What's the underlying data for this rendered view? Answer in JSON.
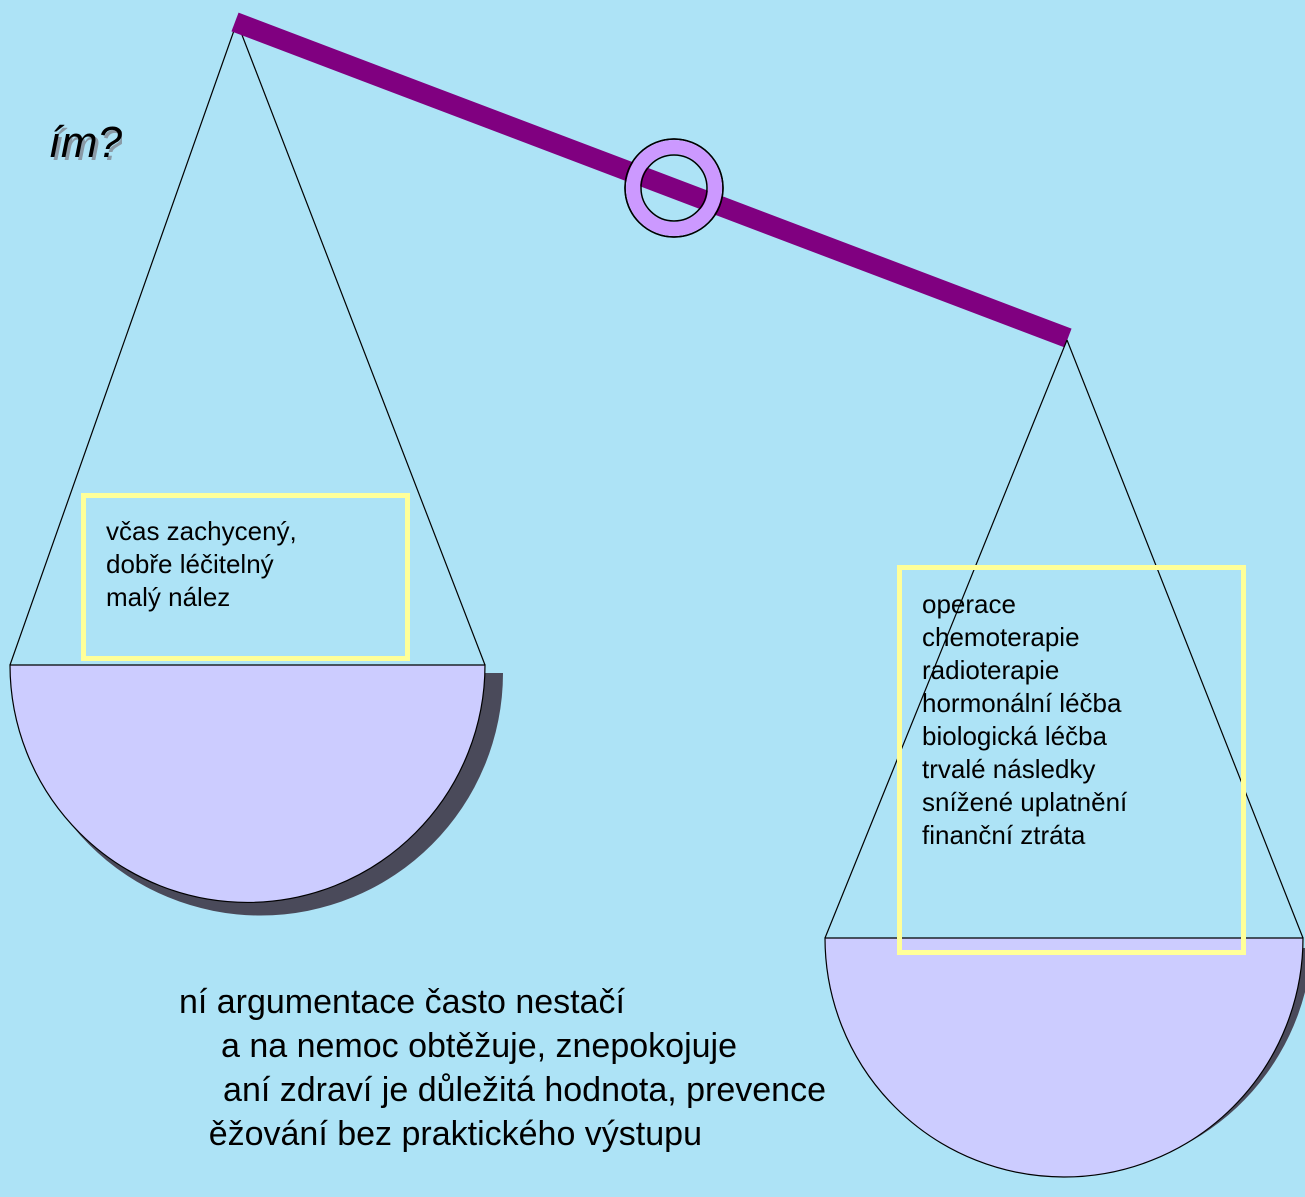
{
  "title": "ím?",
  "left_pan": {
    "lines": [
      "včas zachycený,",
      "dobře léčitelný",
      "malý nález"
    ]
  },
  "right_pan": {
    "lines": [
      "operace",
      "chemoterapie",
      "radioterapie",
      "hormonální léčba",
      "biologická léčba",
      "trvalé následky",
      "snížené uplatnění",
      "finanční ztráta"
    ]
  },
  "bottom_text": {
    "lines": [
      "ní argumentace často nestačí",
      "a na nemoc obtěžuje, znepokojuje",
      "aní zdraví je důležitá hodnota, prevence",
      "ěžování bez praktického výstupu"
    ]
  },
  "colors": {
    "background": "#ade3f6",
    "beam": "#800080",
    "pivot": "#cc99ff",
    "pan": "#ccccff",
    "box_border": "#ffff99"
  }
}
